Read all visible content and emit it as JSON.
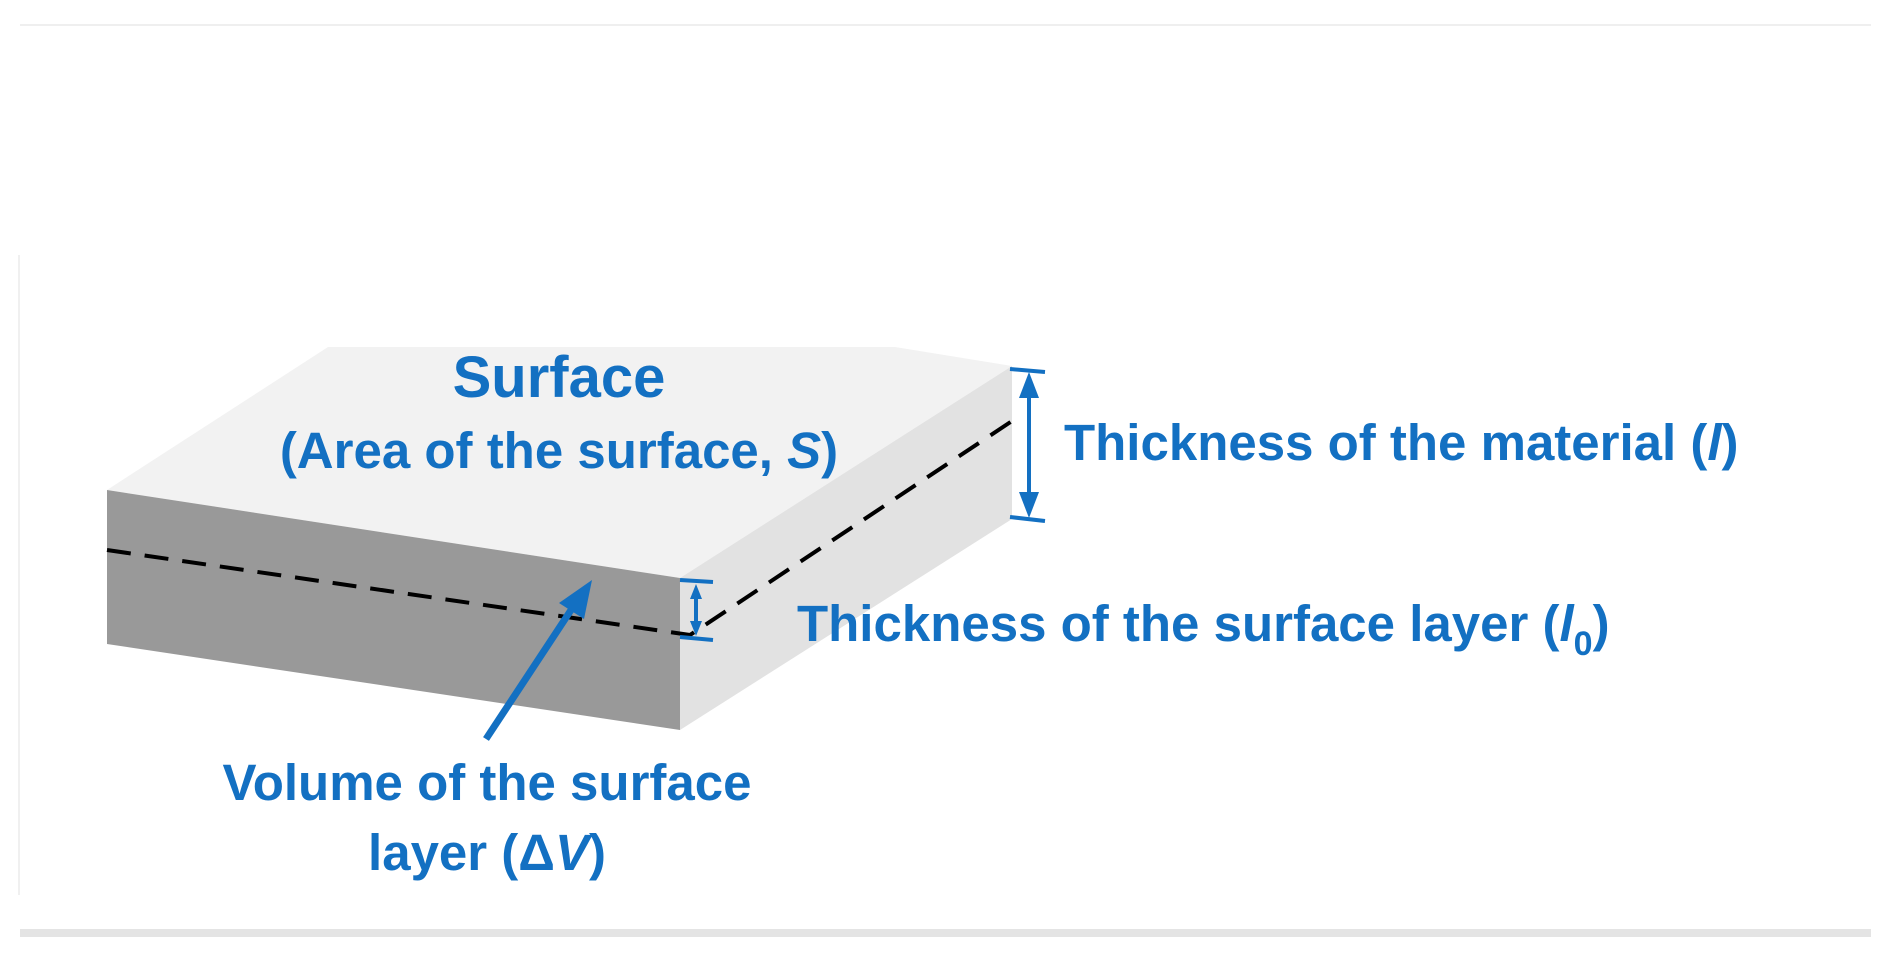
{
  "labels": {
    "surface_title": "Surface",
    "surface_area_prefix": "(Area of the surface, ",
    "surface_area_symbol": "S",
    "surface_area_suffix": ")",
    "material_thickness_prefix": "Thickness of the material (",
    "material_thickness_symbol": "l",
    "material_thickness_suffix": ")",
    "surface_layer_thickness_prefix": "Thickness of the surface layer (",
    "surface_layer_thickness_symbol": "l",
    "surface_layer_thickness_subscript": "0",
    "surface_layer_thickness_suffix": ")",
    "volume_line1": "Volume of the surface",
    "volume_line2_prefix": "layer (",
    "volume_line2_delta": "Δ",
    "volume_line2_symbol": "V",
    "volume_line2_suffix": ")"
  },
  "colors": {
    "accent_blue": "#1370c2",
    "top_face": "#f2f2f2",
    "right_face": "#e2e2e2",
    "front_face": "#999999",
    "dashed_line": "#000000"
  }
}
